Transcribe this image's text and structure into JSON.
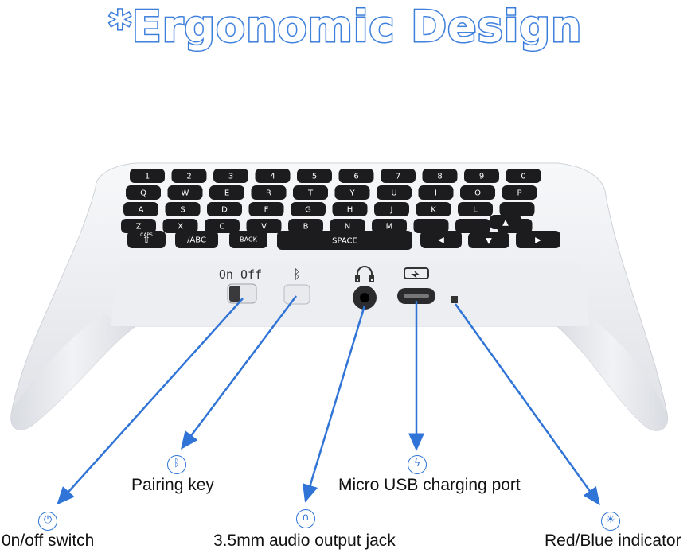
{
  "title": "*Ergonomic Design",
  "switch_label": "On Off",
  "keys": {
    "row1": [
      "1",
      "2",
      "3",
      "4",
      "5",
      "6",
      "7",
      "8",
      "9",
      "0"
    ],
    "row2": [
      "Q",
      "W",
      "E",
      "R",
      "T",
      "Y",
      "U",
      "I",
      "O",
      "P"
    ],
    "row3": [
      "A",
      "S",
      "D",
      "F",
      "G",
      "H",
      "J",
      "K",
      "L",
      ""
    ],
    "row4": [
      "Z",
      "X",
      "C",
      "V",
      "B",
      "N",
      "M",
      "",
      "",
      ""
    ],
    "caps": "CAPS",
    "abc": "/ABC",
    "back": "BACK",
    "space": "SPACE"
  },
  "callouts": {
    "onoff": "0n/off switch",
    "pairing": "Pairing key",
    "audio": "3.5mm audio output jack",
    "usb": "Micro USB charging port",
    "indicator": "Red/Blue indicator"
  },
  "colors": {
    "accent": "#2f74d6",
    "body": "#f3f4f7",
    "key": "#1c1c1e"
  },
  "icons": {
    "onoff": "power-icon",
    "pairing": "bluetooth-icon",
    "audio": "headphones-icon",
    "usb": "lightning-icon",
    "indicator": "lightbulb-icon"
  }
}
